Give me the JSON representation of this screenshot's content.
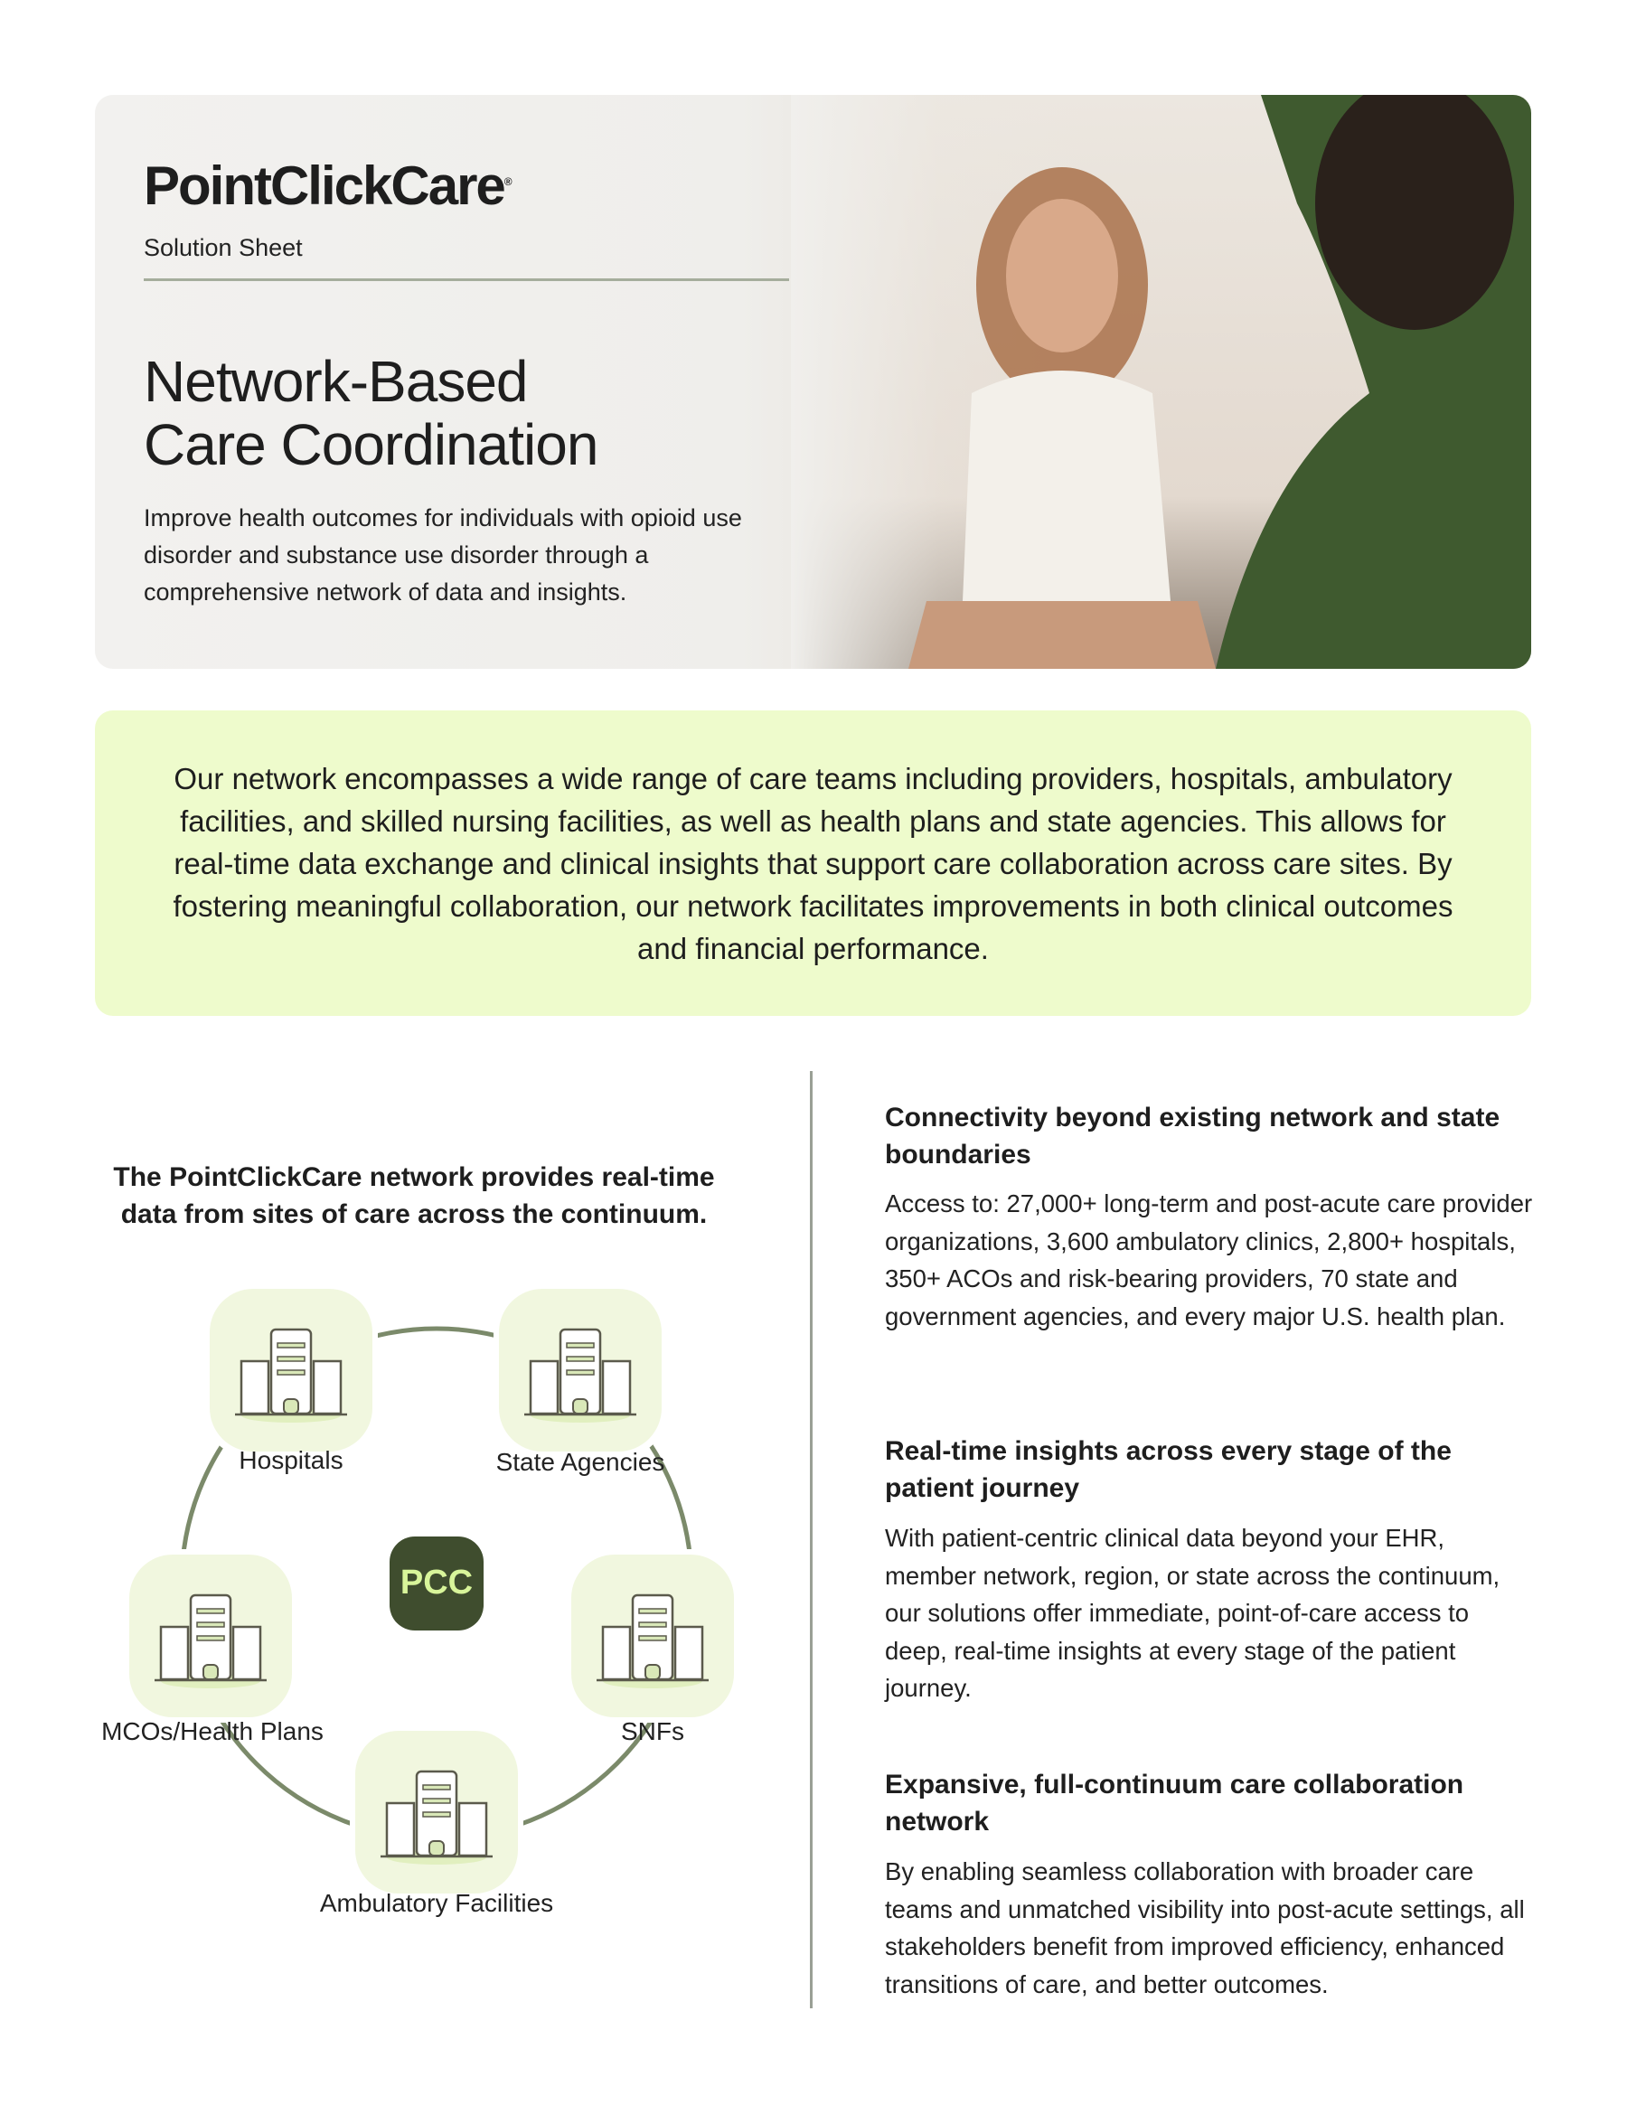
{
  "header": {
    "logo": "PointClickCare",
    "logo_mark": "®",
    "doc_type": "Solution Sheet",
    "title_line1": "Network-Based",
    "title_line2": "Care Coordination",
    "description": "Improve health outcomes for individuals with opioid use disorder and substance use disorder through a comprehensive network of data and insights."
  },
  "callout": "Our network encompasses a wide range of care teams including providers, hospitals, ambulatory facilities, and skilled nursing facilities, as well as health plans and state agencies. This allows for real-time data exchange and clinical insights that support care collaboration across care sites. By fostering meaningful collaboration, our network facilitates improvements in both clinical outcomes and financial performance.",
  "diagram": {
    "heading": "The PointClickCare network provides real-time data from sites of care across the continuum.",
    "center": "PCC",
    "nodes": [
      {
        "label": "Hospitals",
        "icon": "hospital-icon"
      },
      {
        "label": "State Agencies",
        "icon": "government-building-icon"
      },
      {
        "label": "SNFs",
        "icon": "house-icon"
      },
      {
        "label": "Ambulatory Facilities",
        "icon": "clinic-icon"
      },
      {
        "label": "MCOs/Health Plans",
        "icon": "office-building-icon"
      }
    ]
  },
  "sections": [
    {
      "heading": "Connectivity beyond existing network and state boundaries",
      "body": "Access to: 27,000+ long-term and post-acute care provider organizations, 3,600 ambulatory clinics, 2,800+ hospitals, 350+ ACOs and risk-bearing providers, 70 state and government agencies, and every major U.S. health plan."
    },
    {
      "heading": "Real-time insights across every stage of the patient journey",
      "body": "With patient-centric clinical data beyond your EHR, member network, region, or state across the continuum, our solutions offer immediate, point-of-care access to deep, real-time insights at every stage of the patient journey."
    },
    {
      "heading": "Expansive, full-continuum care collaboration network",
      "body": "By enabling seamless collaboration with broader care teams and unmatched visibility into post-acute settings, all stakeholders benefit from improved efficiency, enhanced transitions of care, and better outcomes."
    }
  ],
  "colors": {
    "callout_bg": "#eefbcc",
    "brand_dark": "#3f4d2e",
    "brand_light": "#d8f59a",
    "icon_bg": "#f1f7df"
  }
}
